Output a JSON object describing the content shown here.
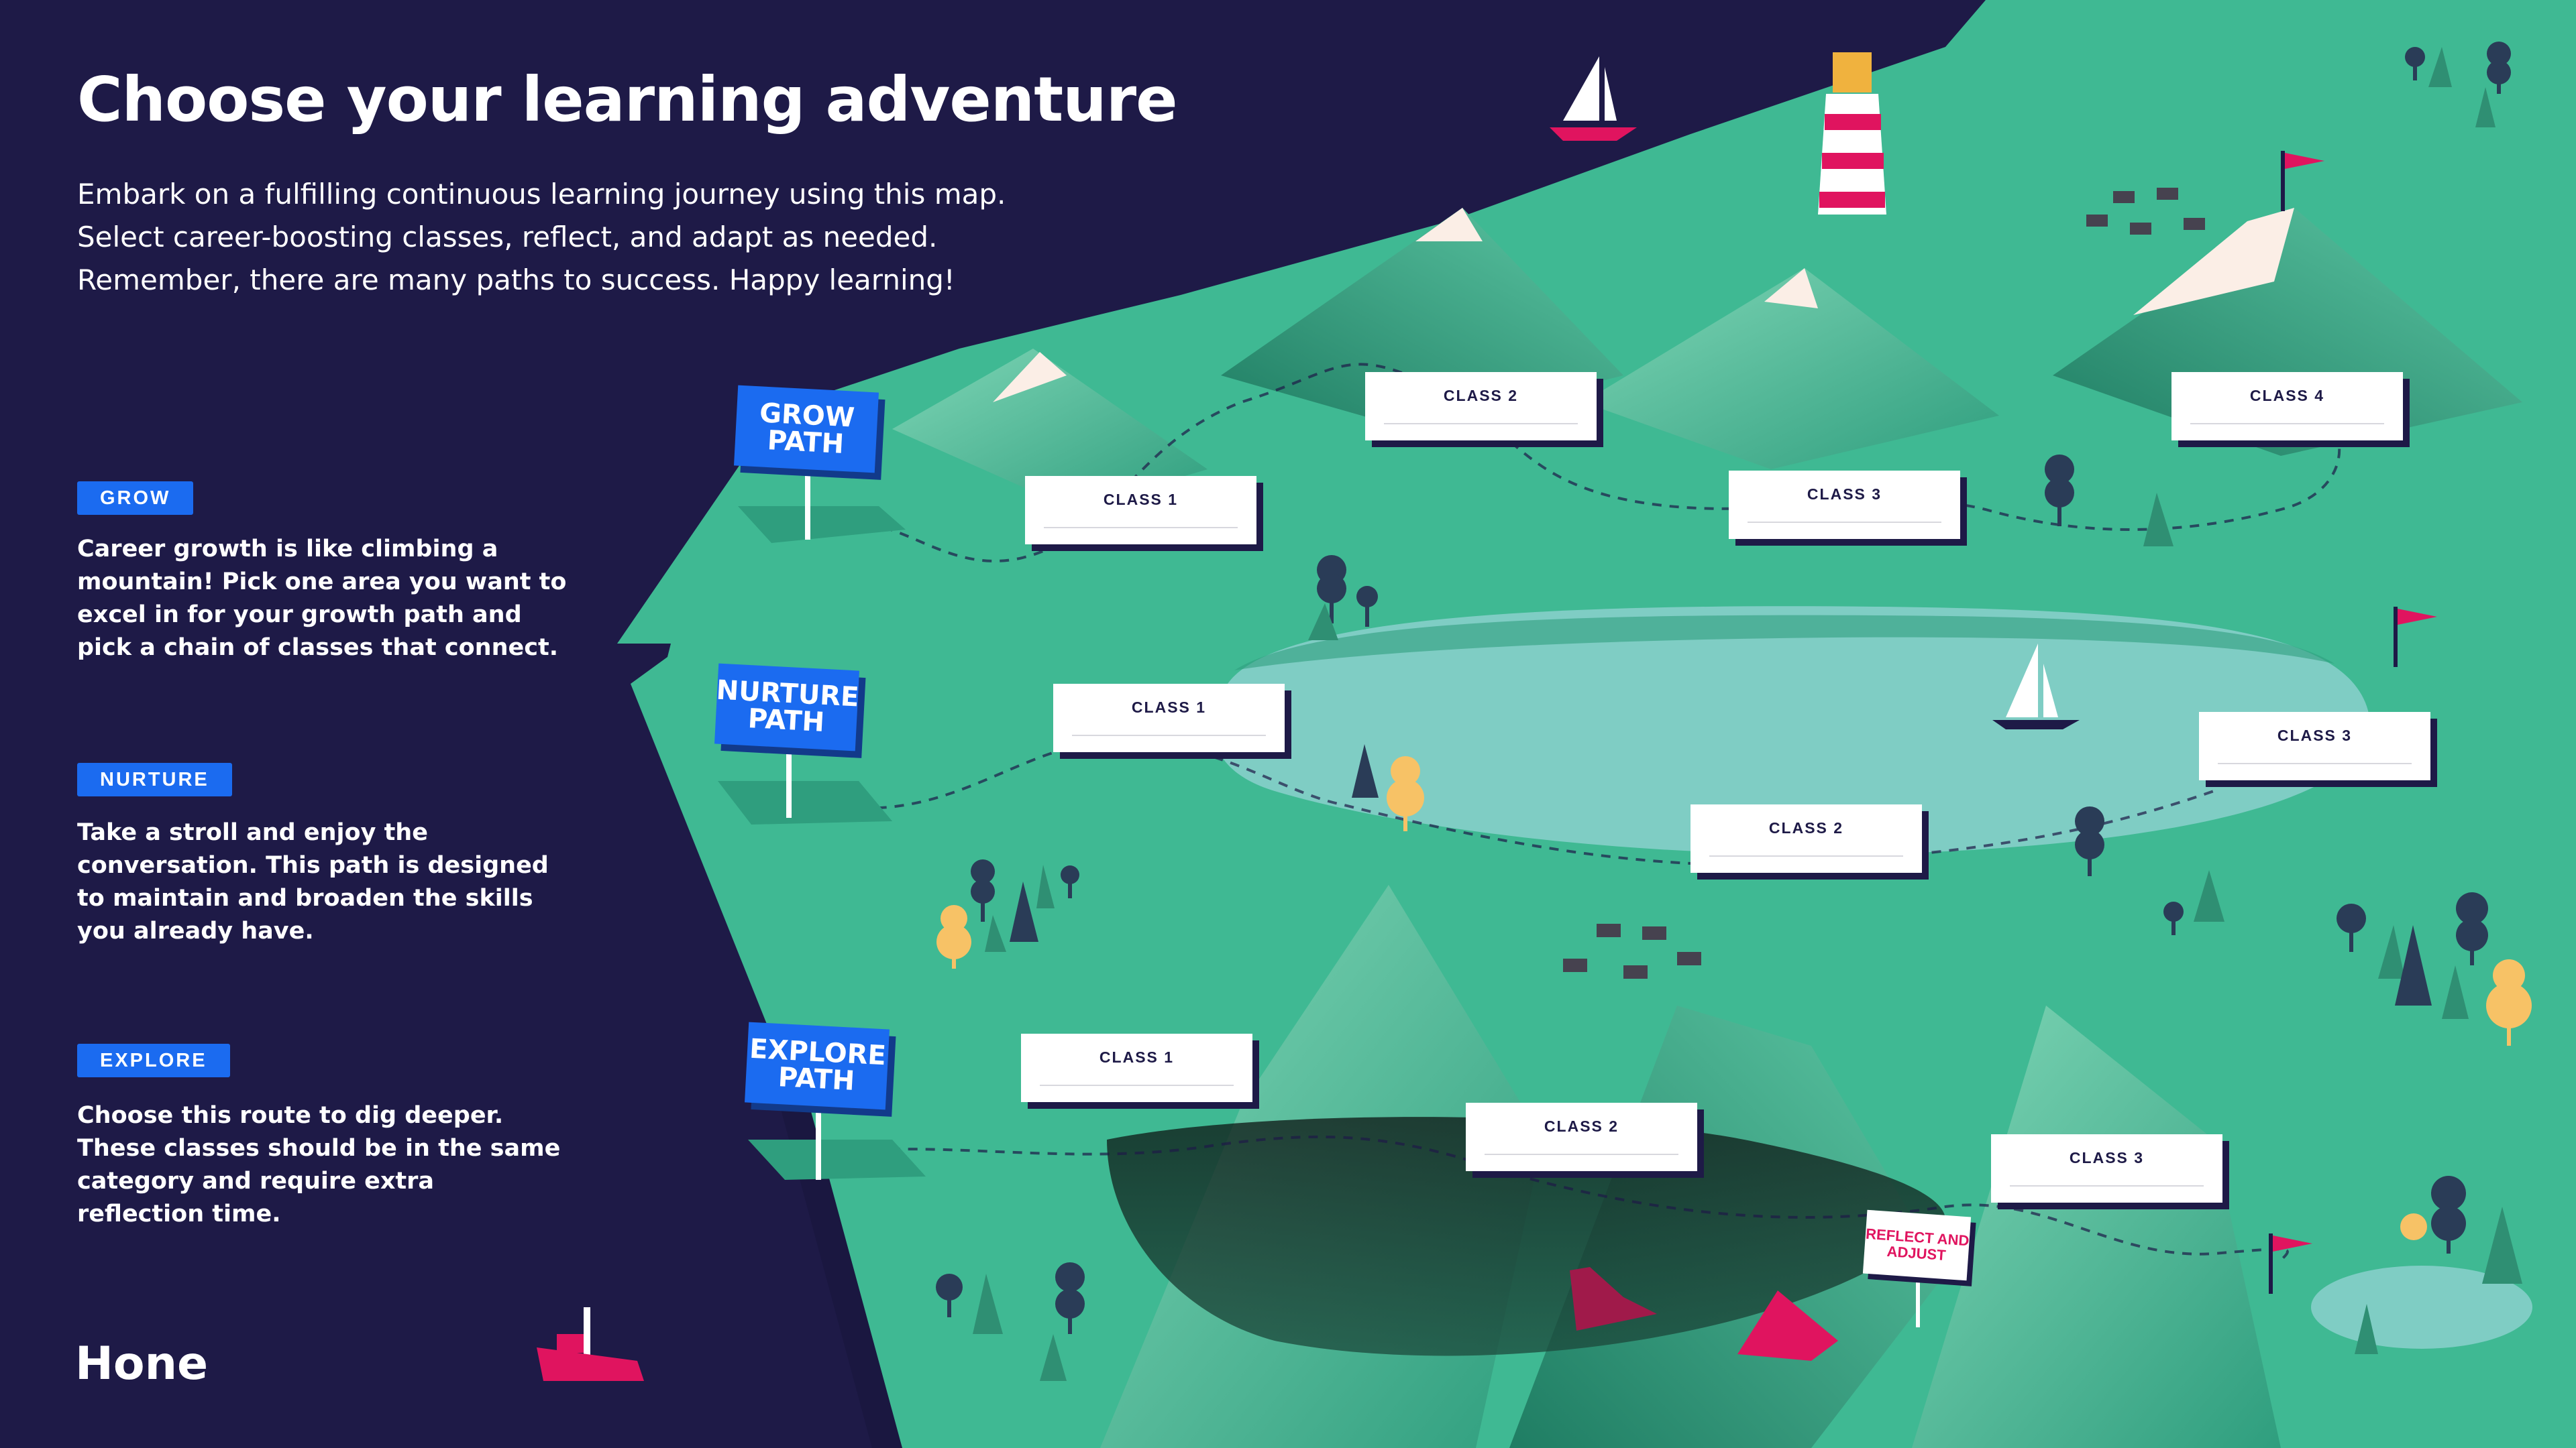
{
  "title": "Choose your learning adventure",
  "intro": "Embark on a fulfilling continuous learning journey using this map. Select career-boosting classes, reflect, and adapt as needed. Remember, there are many paths to success. Happy learning!",
  "legend": {
    "grow": {
      "label": "GROW",
      "text": "Career growth is like climbing a mountain! Pick one area you want to excel in for your growth path and pick a chain of classes that connect."
    },
    "nurture": {
      "label": "NURTURE",
      "text": "Take a stroll and enjoy the conversation. This path is designed to maintain and broaden the skills you already have."
    },
    "explore": {
      "label": "EXPLORE",
      "text": "Choose this route to dig deeper. These classes should be in the same category and require extra reflection time."
    }
  },
  "brand": "Hone",
  "signs": {
    "grow": "GROW PATH",
    "nurture": "NURTURE PATH",
    "explore": "EXPLORE PATH",
    "reflect": "REFLECT AND ADJUST"
  },
  "paths": {
    "grow": [
      "CLASS 1",
      "CLASS 2",
      "CLASS 3",
      "CLASS 4"
    ],
    "nurture": [
      "CLASS 1",
      "CLASS 2",
      "CLASS 3"
    ],
    "explore": [
      "CLASS 1",
      "CLASS 2",
      "CLASS 3"
    ]
  },
  "colors": {
    "navy": "#1e1a47",
    "land": "#3fb993",
    "lake": "#7fcdc4",
    "blue": "#1b6bf0",
    "accent": "#e0145f"
  }
}
